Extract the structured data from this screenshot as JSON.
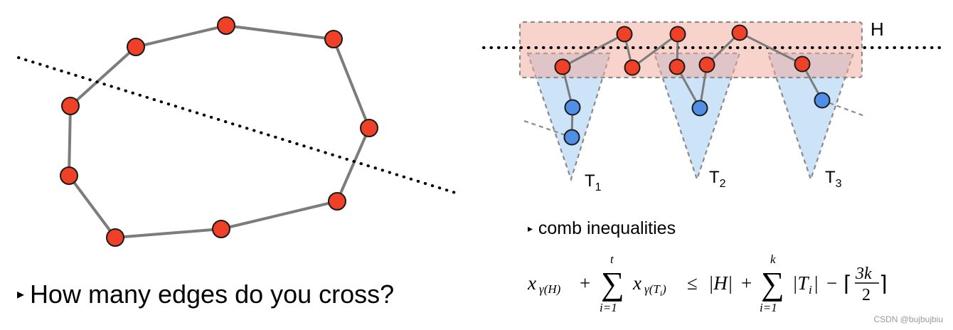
{
  "left_bullet": {
    "marker": "▸",
    "text": "How many edges do you cross?"
  },
  "right_bullet": {
    "marker": "▸",
    "text": "comb inequalities"
  },
  "formula_label": "x_{γ(H)} + Σ_{i=1}^{t} x_{γ(T_i)} ≤ |H| + Σ_{i=1}^{k} |T_i| − ⌈3k/2⌉",
  "formula": {
    "x": "x",
    "gamma_H": "γ(H)",
    "plus": "+",
    "sum_top_t": "t",
    "sum_bottom": "i=1",
    "gamma_T": "γ(T",
    "sub_i": "i",
    "close_paren": ")",
    "leq": "≤",
    "abs_H": "|H|",
    "sum_top_k": "k",
    "T": "T",
    "minus": "−",
    "ceil_open": "⌈",
    "frac_num": "3k",
    "frac_den": "2",
    "ceil_close": "⌉"
  },
  "labels": {
    "H": "H",
    "T": "T",
    "t1": "1",
    "t2": "2",
    "t3": "3"
  },
  "watermark": "CSDN @bujbujbiu",
  "colors": {
    "red_node": "#ee4127",
    "blue_node": "#4f90e6",
    "edge": "#7c7c7c",
    "handle_fill": "#f7c6bc",
    "tooth_fill": "#cde3f8",
    "dashed": "#8a8a8a"
  }
}
